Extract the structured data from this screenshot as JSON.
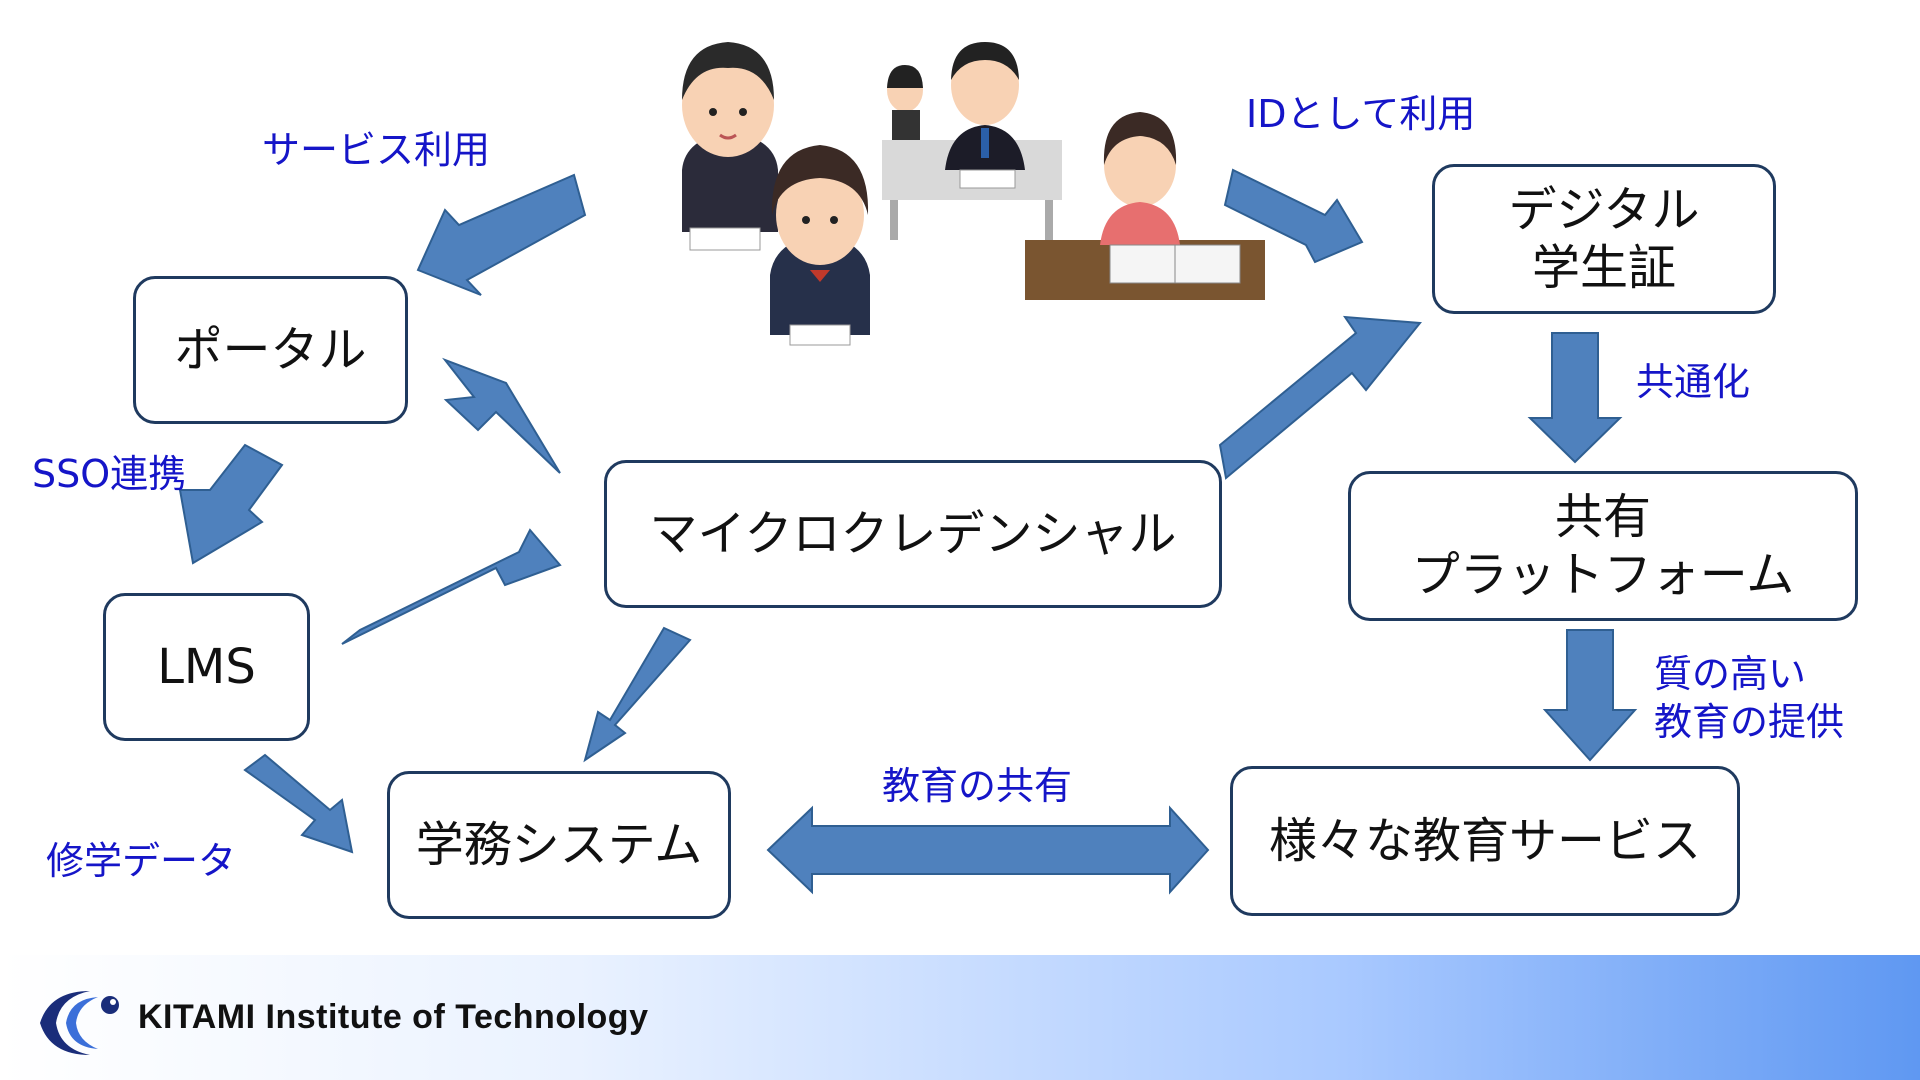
{
  "nodes": {
    "portal": "ポータル",
    "lms": "LMS",
    "gakumu": "学務システム",
    "micro": "マイクロクレデンシャル",
    "digital_id": [
      "デジタル",
      "学生証"
    ],
    "platform": [
      "共有",
      "プラットフォーム"
    ],
    "services": "様々な教育サービス"
  },
  "labels": {
    "service_use": "サービス利用",
    "id_use": "IDとして利用",
    "sso": "SSO連携",
    "common": "共通化",
    "study_data": "修学データ",
    "edu_share": "教育の共有",
    "quality": [
      "質の高い",
      "教育の提供"
    ]
  },
  "footer": {
    "org_name": "KITAMI Institute of Technology"
  },
  "colors": {
    "arrow": "#4f81bd",
    "label": "#1515c8",
    "box_border": "#1f3a5f"
  }
}
